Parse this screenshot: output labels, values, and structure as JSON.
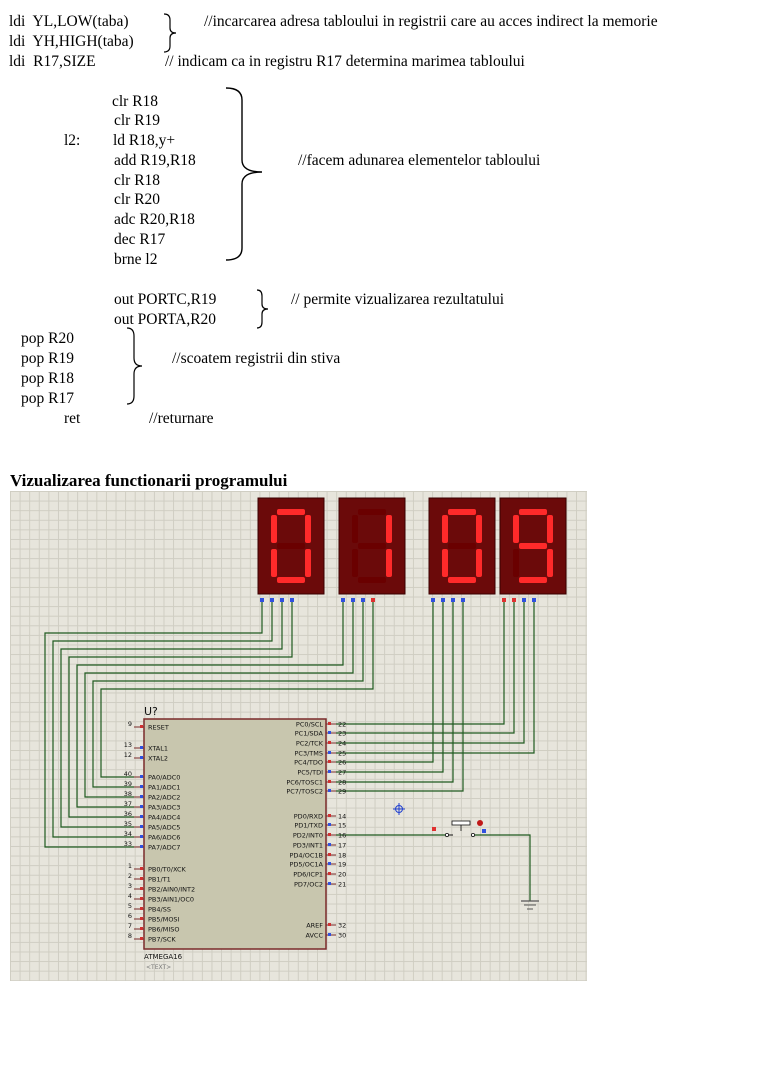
{
  "code": {
    "header": [
      "ldi  YL,LOW(taba)",
      "ldi  YH,HIGH(taba)",
      "ldi  R17,SIZE"
    ],
    "comment_load": "//incarcarea adresa tabloului in registrii care au acces indirect la memorie",
    "comment_size": "// indicam ca in registru R17 determina marimea tabloului",
    "loop_label": "l2:",
    "loop_lines": [
      "clr R18",
      "clr R19",
      "ld R18,y+",
      "add R19,R18",
      "clr R18",
      "clr R20",
      "adc R20,R18",
      "dec R17",
      "brne l2"
    ],
    "comment_sum": "//facem adunarea elementelor tabloului",
    "out_lines": [
      "out PORTC,R19",
      "out PORTA,R20"
    ],
    "comment_out": "// permite vizualizarea rezultatului",
    "pop_lines": [
      "pop R20",
      "pop R19",
      "pop R18",
      "pop R17"
    ],
    "comment_pop": "//scoatem registrii din stiva",
    "ret": "ret",
    "comment_ret": "//returnare"
  },
  "section_title": "Vizualizarea functionarii programului",
  "schematic": {
    "displays": [
      "0",
      "1",
      "0",
      "9"
    ],
    "segment_color": "#ff2a2a",
    "segment_off_color": "#6a0000",
    "display_bg": "#6b0a0a",
    "wire_color": "#1f5a1f",
    "chip": {
      "ref": "U?",
      "part": "ATMEGA16",
      "text_tag": "<TEXT>",
      "left_pins": [
        {
          "num": "9",
          "name": "RESET"
        },
        {
          "num": "13",
          "name": "XTAL1"
        },
        {
          "num": "12",
          "name": "XTAL2"
        },
        {
          "num": "40",
          "name": "PA0/ADC0"
        },
        {
          "num": "39",
          "name": "PA1/ADC1"
        },
        {
          "num": "38",
          "name": "PA2/ADC2"
        },
        {
          "num": "37",
          "name": "PA3/ADC3"
        },
        {
          "num": "36",
          "name": "PA4/ADC4"
        },
        {
          "num": "35",
          "name": "PA5/ADC5"
        },
        {
          "num": "34",
          "name": "PA6/ADC6"
        },
        {
          "num": "33",
          "name": "PA7/ADC7"
        },
        {
          "num": "1",
          "name": "PB0/T0/XCK"
        },
        {
          "num": "2",
          "name": "PB1/T1"
        },
        {
          "num": "3",
          "name": "PB2/AIN0/INT2"
        },
        {
          "num": "4",
          "name": "PB3/AIN1/OC0"
        },
        {
          "num": "5",
          "name": "PB4/SS"
        },
        {
          "num": "6",
          "name": "PB5/MOSI"
        },
        {
          "num": "7",
          "name": "PB6/MISO"
        },
        {
          "num": "8",
          "name": "PB7/SCK"
        }
      ],
      "right_pins": [
        {
          "num": "22",
          "name": "PC0/SCL"
        },
        {
          "num": "23",
          "name": "PC1/SDA"
        },
        {
          "num": "24",
          "name": "PC2/TCK"
        },
        {
          "num": "25",
          "name": "PC3/TMS"
        },
        {
          "num": "26",
          "name": "PC4/TDO"
        },
        {
          "num": "27",
          "name": "PC5/TDI"
        },
        {
          "num": "28",
          "name": "PC6/TOSC1"
        },
        {
          "num": "29",
          "name": "PC7/TOSC2"
        },
        {
          "num": "14",
          "name": "PD0/RXD"
        },
        {
          "num": "15",
          "name": "PD1/TXD"
        },
        {
          "num": "16",
          "name": "PD2/INT0"
        },
        {
          "num": "17",
          "name": "PD3/INT1"
        },
        {
          "num": "18",
          "name": "PD4/OC1B"
        },
        {
          "num": "19",
          "name": "PD5/OC1A"
        },
        {
          "num": "20",
          "name": "PD6/ICP1"
        },
        {
          "num": "21",
          "name": "PD7/OC2"
        },
        {
          "num": "32",
          "name": "AREF"
        },
        {
          "num": "30",
          "name": "AVCC"
        }
      ]
    }
  }
}
